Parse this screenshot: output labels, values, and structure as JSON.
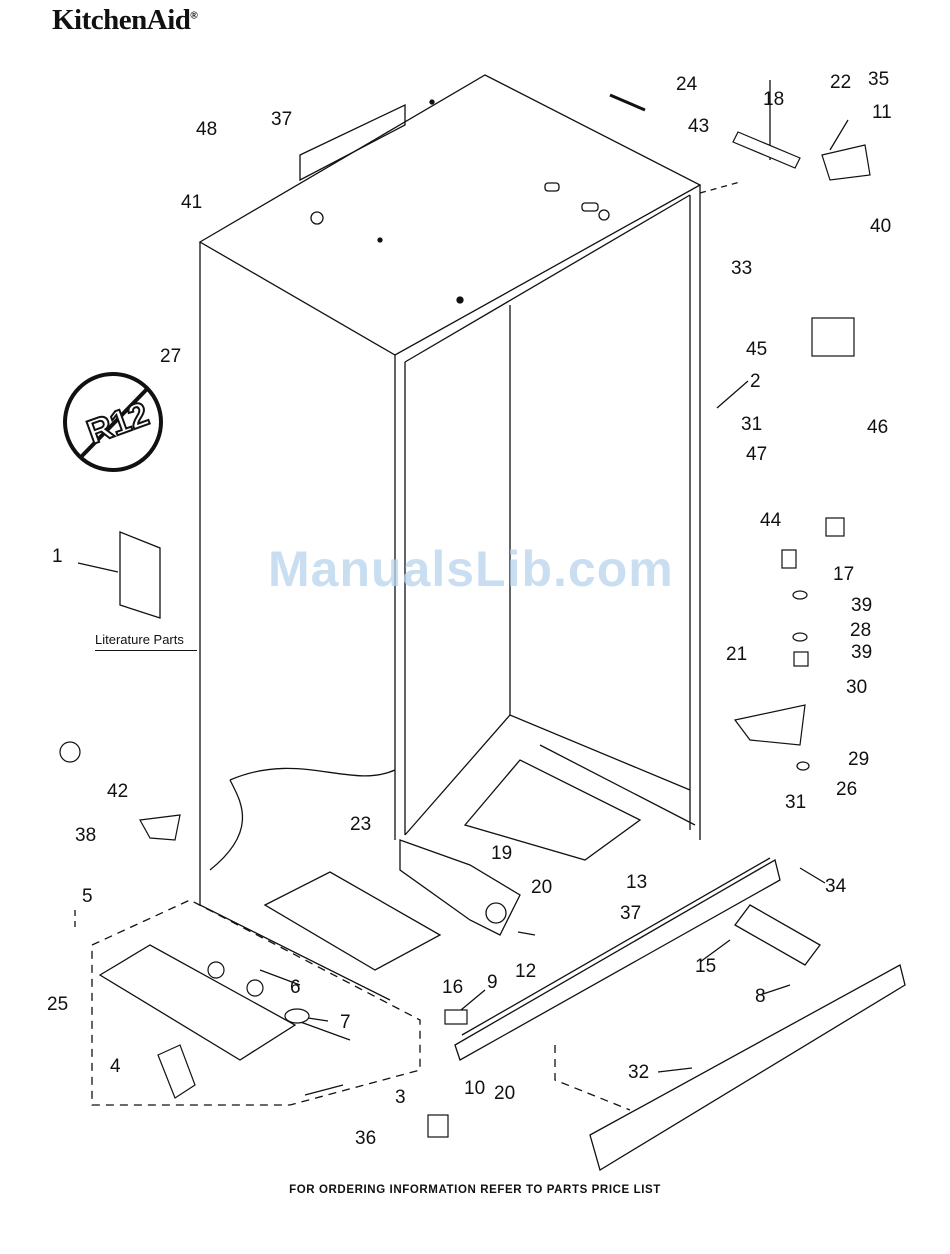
{
  "brand": "KitchenAid",
  "watermark": "ManualsLib.com",
  "footer": "FOR ORDERING INFORMATION REFER TO PARTS PRICE LIST",
  "literature_label": "Literature Parts",
  "r12_label": "R12",
  "callouts": [
    "1",
    "2",
    "3",
    "4",
    "5",
    "6",
    "7",
    "8",
    "9",
    "10",
    "11",
    "12",
    "13",
    "15",
    "16",
    "17",
    "18",
    "19",
    "20",
    "20",
    "21",
    "22",
    "23",
    "24",
    "25",
    "26",
    "27",
    "28",
    "29",
    "30",
    "31",
    "31",
    "32",
    "33",
    "34",
    "35",
    "36",
    "37",
    "37",
    "38",
    "39",
    "39",
    "40",
    "41",
    "42",
    "43",
    "44",
    "45",
    "46",
    "47",
    "48"
  ]
}
